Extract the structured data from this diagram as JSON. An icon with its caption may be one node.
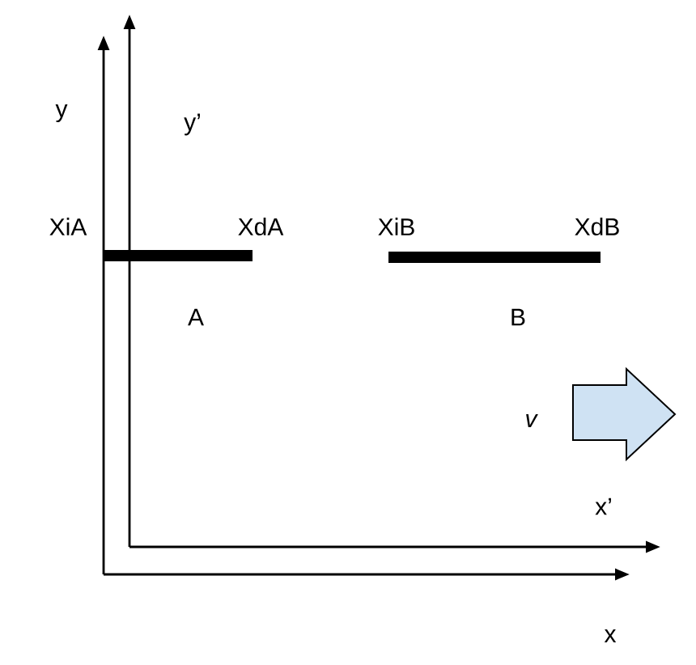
{
  "diagram": {
    "labels": [
      "y",
      "y’",
      "XiA",
      "XdA",
      "XiB",
      "XdB",
      "A",
      "B",
      "v",
      "x’",
      "x"
    ]
  }
}
